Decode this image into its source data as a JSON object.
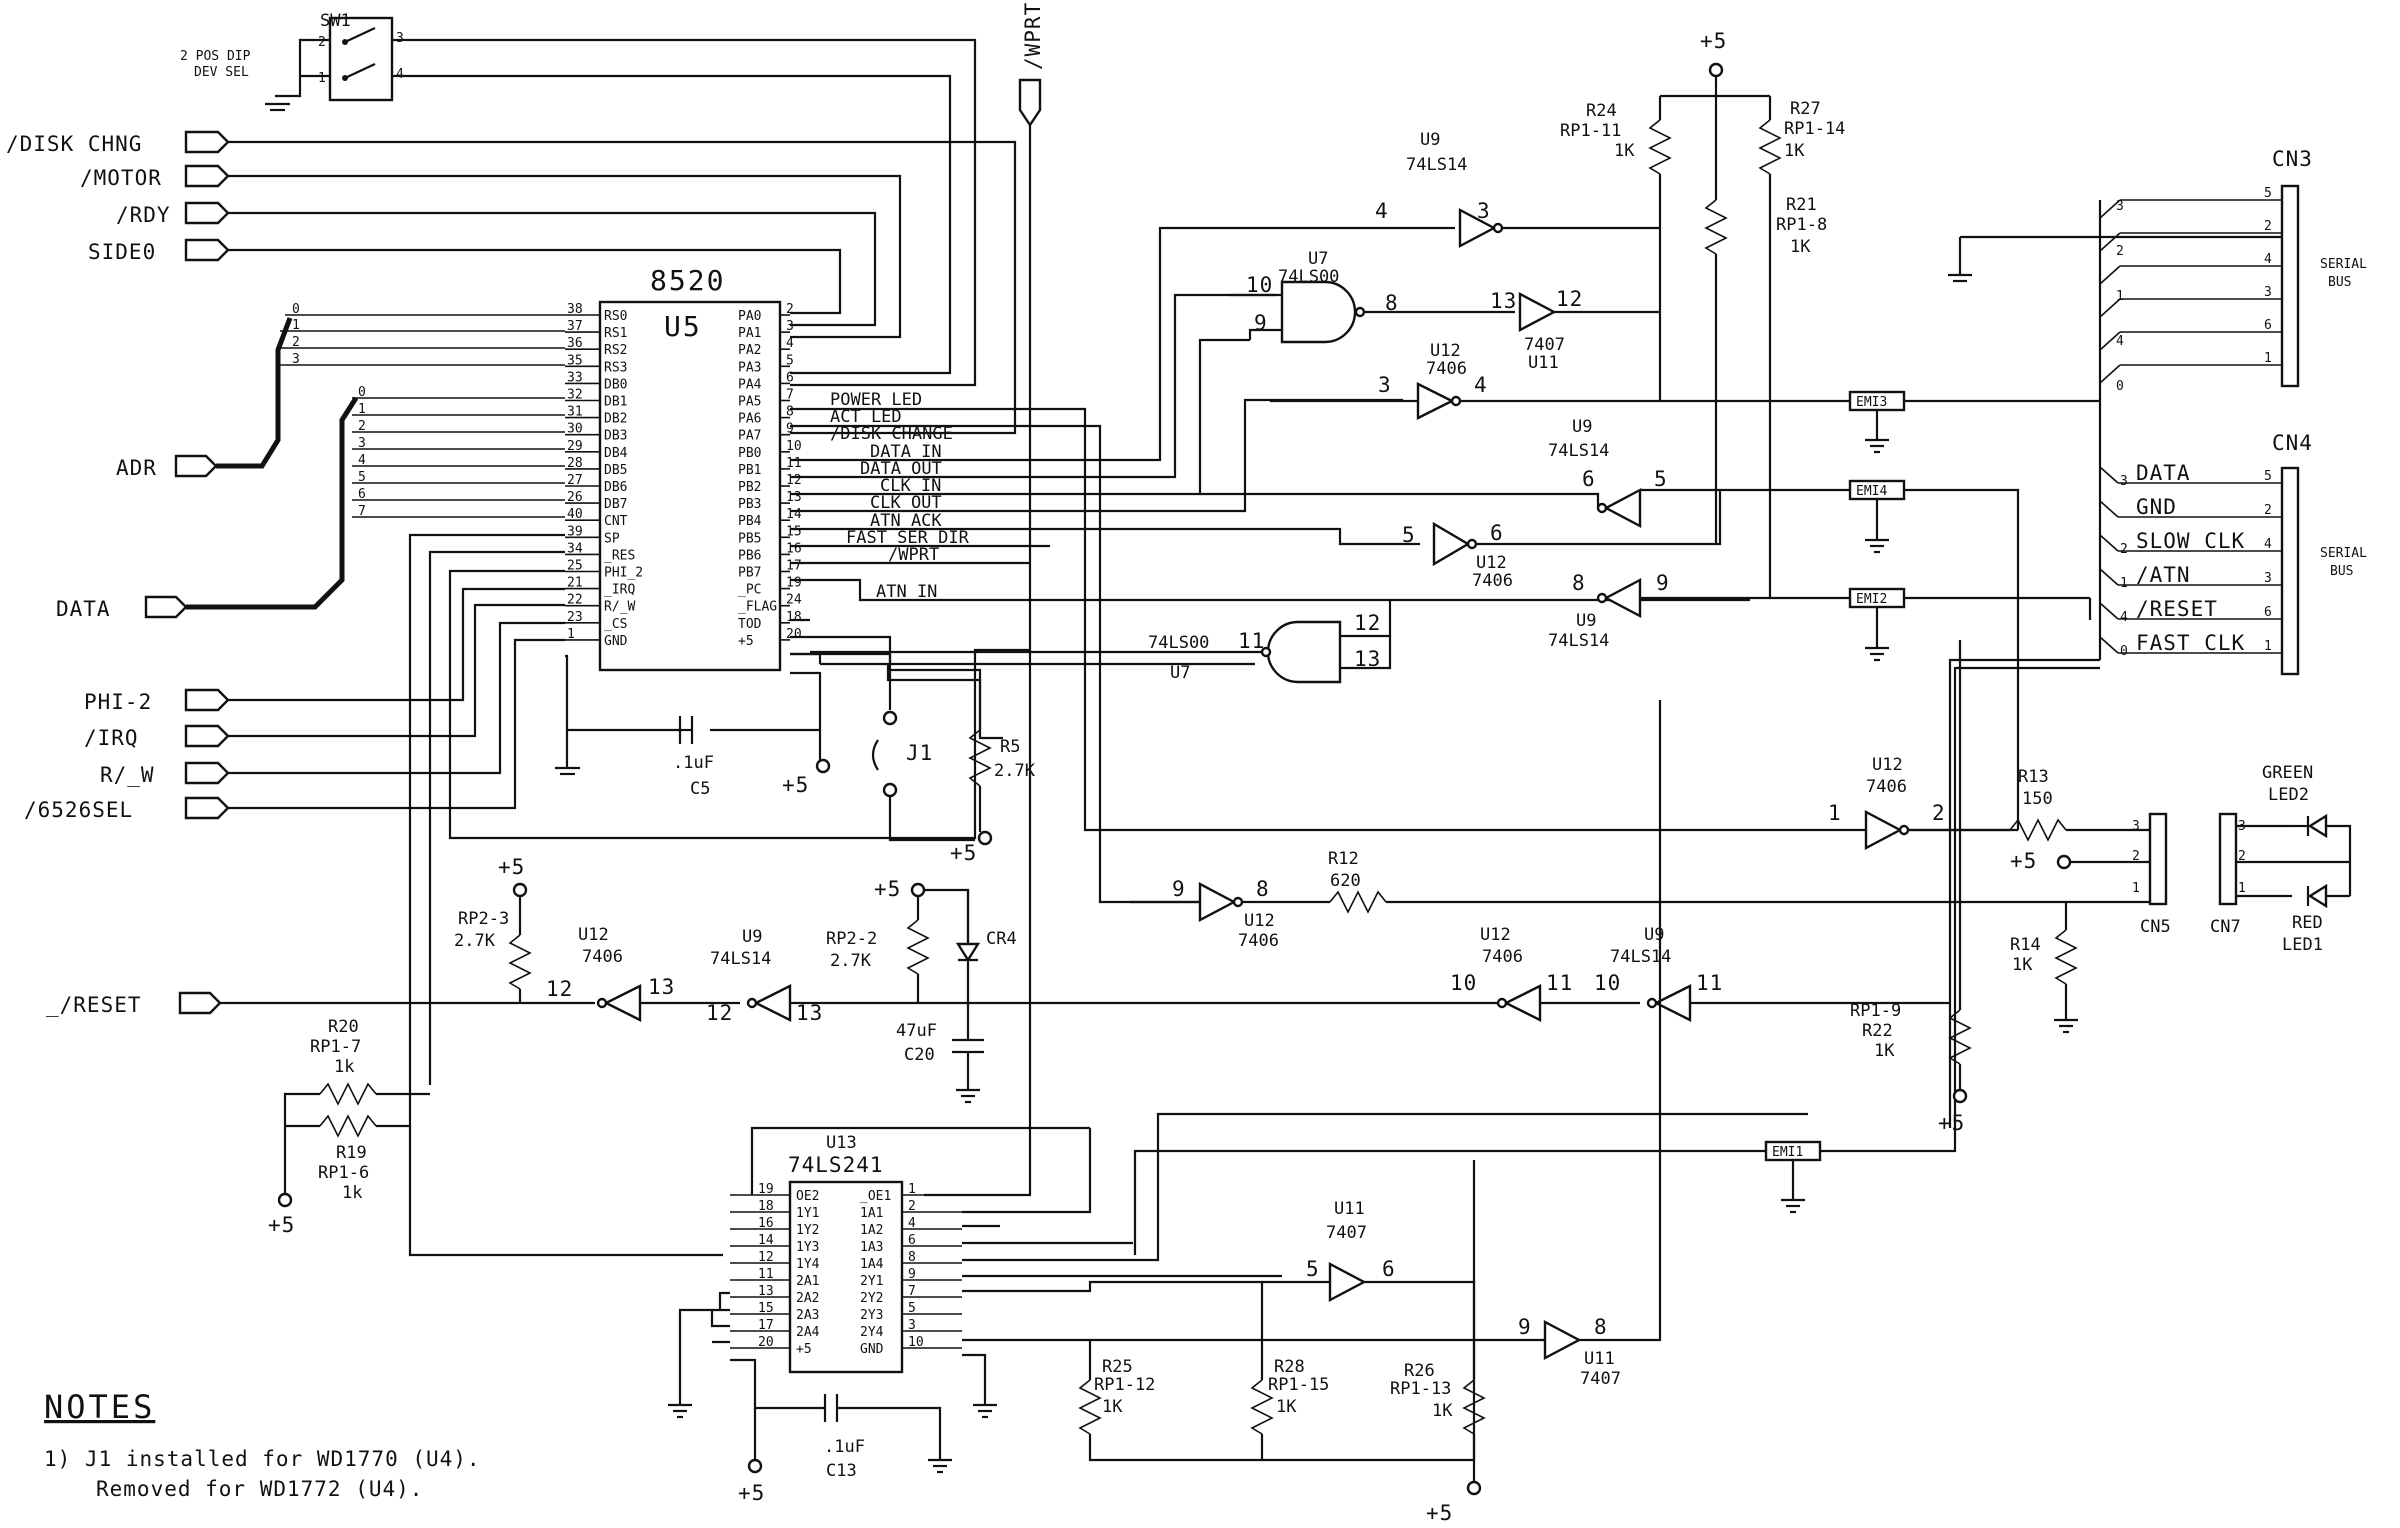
{
  "switch": {
    "ref": "SW1",
    "desc1": "2 POS DIP",
    "desc2": "DEV SEL",
    "pins": [
      "2",
      "3",
      "1",
      "4"
    ]
  },
  "ports": {
    "disk_chng": "/DISK CHNG",
    "motor": "/MOTOR",
    "rdy": "/RDY",
    "side0": "SIDE0",
    "adr": "ADR",
    "data": "DATA",
    "phi2": "PHI-2",
    "irq": "/IRQ",
    "rw": "R/_W",
    "sel6526": "/6526SEL",
    "reset": "_/RESET",
    "wprt": "/WPRT"
  },
  "u5": {
    "part": "8520",
    "ref": "U5",
    "left_pins": [
      {
        "num": "38",
        "name": "RS0"
      },
      {
        "num": "37",
        "name": "RS1"
      },
      {
        "num": "36",
        "name": "RS2"
      },
      {
        "num": "35",
        "name": "RS3"
      },
      {
        "num": "33",
        "name": "DB0"
      },
      {
        "num": "32",
        "name": "DB1"
      },
      {
        "num": "31",
        "name": "DB2"
      },
      {
        "num": "30",
        "name": "DB3"
      },
      {
        "num": "29",
        "name": "DB4"
      },
      {
        "num": "28",
        "name": "DB5"
      },
      {
        "num": "27",
        "name": "DB6"
      },
      {
        "num": "26",
        "name": "DB7"
      },
      {
        "num": "40",
        "name": "CNT"
      },
      {
        "num": "39",
        "name": "SP"
      },
      {
        "num": "34",
        "name": "_RES"
      },
      {
        "num": "25",
        "name": "PHI_2"
      },
      {
        "num": "21",
        "name": "_IRQ"
      },
      {
        "num": "22",
        "name": "R/_W"
      },
      {
        "num": "23",
        "name": "_CS"
      },
      {
        "num": "1",
        "name": "GND"
      }
    ],
    "right_pins": [
      {
        "num": "2",
        "name": "PA0"
      },
      {
        "num": "3",
        "name": "PA1"
      },
      {
        "num": "4",
        "name": "PA2"
      },
      {
        "num": "5",
        "name": "PA3"
      },
      {
        "num": "6",
        "name": "PA4"
      },
      {
        "num": "7",
        "name": "PA5"
      },
      {
        "num": "8",
        "name": "PA6"
      },
      {
        "num": "9",
        "name": "PA7"
      },
      {
        "num": "10",
        "name": "PB0"
      },
      {
        "num": "11",
        "name": "PB1"
      },
      {
        "num": "12",
        "name": "PB2"
      },
      {
        "num": "13",
        "name": "PB3"
      },
      {
        "num": "14",
        "name": "PB4"
      },
      {
        "num": "15",
        "name": "PB5"
      },
      {
        "num": "16",
        "name": "PB6"
      },
      {
        "num": "17",
        "name": "PB7"
      },
      {
        "num": "19",
        "name": "_PC"
      },
      {
        "num": "24",
        "name": "_FLAG"
      },
      {
        "num": "18",
        "name": "TOD"
      },
      {
        "num": "20",
        "name": "+5"
      }
    ],
    "signals": [
      "POWER LED",
      "ACT LED",
      "/DISK CHANGE",
      "DATA IN",
      "DATA OUT",
      "CLK IN",
      "CLK OUT",
      "ATN ACK",
      "FAST SER DIR",
      "/WPRT",
      "ATN IN"
    ]
  },
  "adr_bits": [
    "0",
    "1",
    "2",
    "3"
  ],
  "data_bits": [
    "0",
    "1",
    "2",
    "3",
    "4",
    "5",
    "6",
    "7"
  ],
  "u13": {
    "ref": "U13",
    "part": "74LS241",
    "left_pins": [
      {
        "num": "19",
        "name": "OE2"
      },
      {
        "num": "18",
        "name": "1Y1"
      },
      {
        "num": "16",
        "name": "1Y2"
      },
      {
        "num": "14",
        "name": "1Y3"
      },
      {
        "num": "12",
        "name": "1Y4"
      },
      {
        "num": "11",
        "name": "2A1"
      },
      {
        "num": "13",
        "name": "2A2"
      },
      {
        "num": "15",
        "name": "2A3"
      },
      {
        "num": "17",
        "name": "2A4"
      },
      {
        "num": "20",
        "name": "+5"
      }
    ],
    "right_pins": [
      {
        "num": "1",
        "name": "_OE1"
      },
      {
        "num": "2",
        "name": "1A1"
      },
      {
        "num": "4",
        "name": "1A2"
      },
      {
        "num": "6",
        "name": "1A3"
      },
      {
        "num": "8",
        "name": "1A4"
      },
      {
        "num": "9",
        "name": "2Y1"
      },
      {
        "num": "7",
        "name": "2Y2"
      },
      {
        "num": "5",
        "name": "2Y3"
      },
      {
        "num": "3",
        "name": "2Y4"
      },
      {
        "num": "10",
        "name": "GND"
      }
    ]
  },
  "gates": {
    "u9": "U9",
    "u12": "U12",
    "u7": "U7",
    "u11": "U11",
    "ls14": "74LS14",
    "ls06": "7406",
    "ls07": "7407",
    "ls00": "74LS00"
  },
  "pins": {
    "p1": "1",
    "p2": "2",
    "p3": "3",
    "p4": "4",
    "p5": "5",
    "p6": "6",
    "p8": "8",
    "p9": "9",
    "p10": "10",
    "p11": "11",
    "p12": "12",
    "p13": "13"
  },
  "resistors": {
    "r24": "R24",
    "rp1_11": "RP1-11",
    "r27": "R27",
    "rp1_14": "RP1-14",
    "r21": "R21",
    "rp1_8": "RP1-8",
    "r13": "R13",
    "r13_val": "150",
    "r12": "R12",
    "r12_val": "620",
    "r14": "R14",
    "rp1_9": "RP1-9",
    "r22": "R22",
    "r5": "R5",
    "r5_val": "2.7K",
    "rp2_3": "RP2-3",
    "rp2_2": "RP2-2",
    "r20": "R20",
    "rp1_7": "RP1-7",
    "k1_lower": "1k",
    "r19": "R19",
    "rp1_6": "RP1-6",
    "r25": "R25",
    "rp1_12": "RP1-12",
    "r28": "R28",
    "rp1_15": "RP1-15",
    "r26": "R26",
    "rp1_13": "RP1-13",
    "k1": "1K",
    "k27": "2.7K"
  },
  "caps": {
    "c5_val": ".1uF",
    "c5": "C5",
    "c20_val": "47uF",
    "c20": "C20",
    "c13_val": ".1uF",
    "c13": "C13",
    "cr4": "CR4"
  },
  "jumper": "J1",
  "power": "+5",
  "emi": [
    "EMI3",
    "EMI4",
    "EMI2",
    "EMI1"
  ],
  "cn3": {
    "ref": "CN3",
    "pins": [
      "5",
      "2",
      "4",
      "3",
      "6",
      "1"
    ],
    "wire_nums": [
      "3",
      "2",
      "1",
      "4",
      "0"
    ],
    "label1": "SERIAL",
    "label2": "BUS"
  },
  "cn4": {
    "ref": "CN4",
    "pins": [
      "5",
      "2",
      "4",
      "3",
      "6",
      "1"
    ],
    "signals": [
      "DATA",
      "GND",
      "SLOW CLK",
      "/ATN",
      "/RESET",
      "FAST CLK"
    ],
    "sig_nums": [
      "3",
      "2",
      "1",
      "4",
      "0"
    ],
    "label1": "SERIAL",
    "label2": "BUS"
  },
  "cn5": {
    "ref": "CN5",
    "pins": [
      "3",
      "2",
      "1"
    ]
  },
  "cn7": {
    "ref": "CN7",
    "pins": [
      "3",
      "2",
      "1"
    ]
  },
  "leds": {
    "green": "GREEN",
    "led2": "LED2",
    "red": "RED",
    "led1": "LED1"
  },
  "notes": {
    "title": "NOTES",
    "line1": "1) J1 installed for WD1770 (U4).",
    "line2": "Removed for WD1772 (U4)."
  }
}
